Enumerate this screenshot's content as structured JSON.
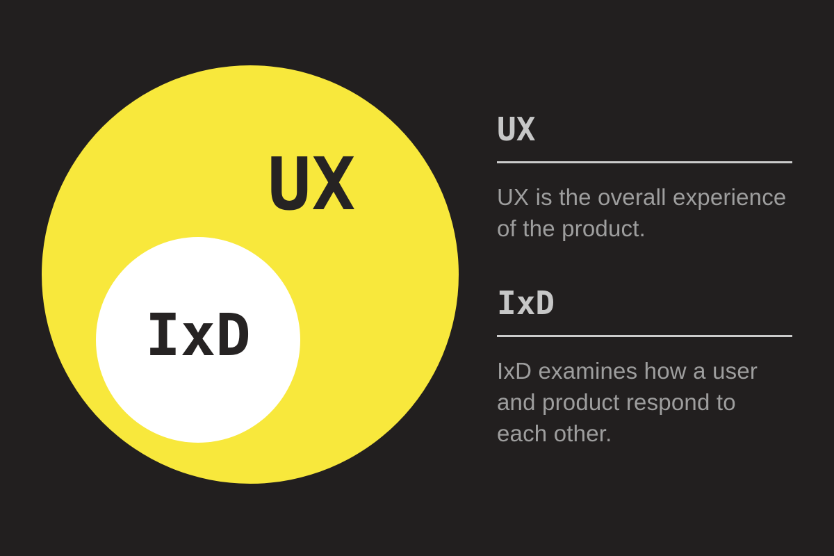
{
  "colors": {
    "background": "#221F1F",
    "outer_circle": "#F8E83C",
    "inner_circle": "#FFFFFF",
    "circle_label_text": "#262323",
    "heading_text": "#C7C7C7",
    "body_text": "#9E9E9E",
    "divider": "#CBCBCB"
  },
  "diagram": {
    "type": "euler-venn",
    "outer_circle": {
      "label": "UX",
      "color": "#F8E83C"
    },
    "inner_circle": {
      "label": "IxD",
      "color": "#FFFFFF"
    }
  },
  "sections": [
    {
      "heading": "UX",
      "body": "UX is the overall experience\nof the product."
    },
    {
      "heading": "IxD",
      "body": "IxD examines how a user\nand product respond to\neach other."
    }
  ]
}
